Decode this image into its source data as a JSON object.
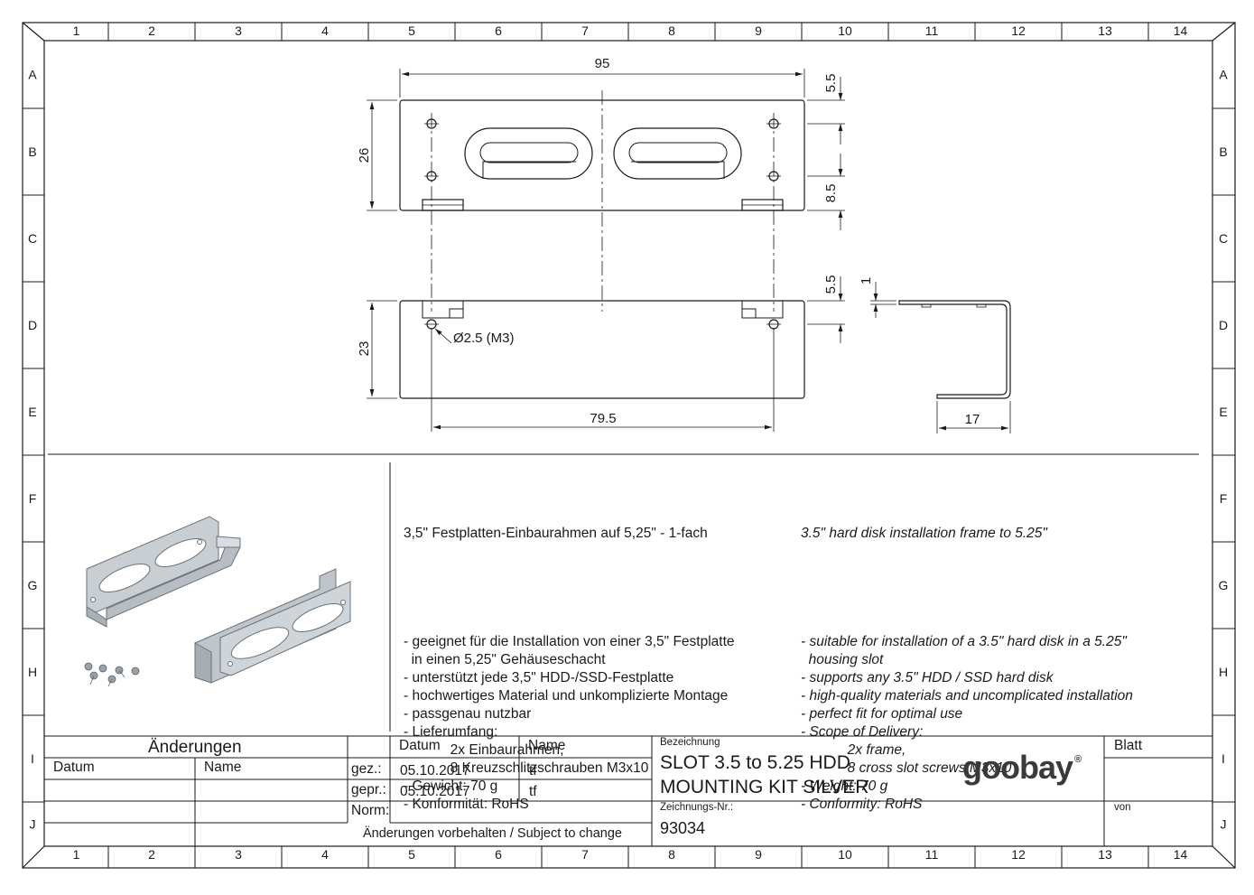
{
  "frame": {
    "columns": [
      "1",
      "2",
      "3",
      "4",
      "5",
      "6",
      "7",
      "8",
      "9",
      "10",
      "11",
      "12",
      "13",
      "14"
    ],
    "rows": [
      "A",
      "B",
      "C",
      "D",
      "E",
      "F",
      "G",
      "H",
      "I",
      "J"
    ]
  },
  "drawing": {
    "top_view": {
      "width": "95",
      "height": "26",
      "dim_top": "5.5",
      "dim_bottom": "8.5"
    },
    "bottom_view": {
      "height": "23",
      "dim_top": "5.5",
      "hole": "Ø2.5 (M3)",
      "hole_spacing": "79.5"
    },
    "side_view": {
      "thickness": "1",
      "depth": "17"
    }
  },
  "description": {
    "de": {
      "title": "3,5\" Festplatten-Einbaurahmen auf 5,25\" - 1-fach",
      "lines": [
        "- geeignet für die Installation von einer 3,5\" Festplatte",
        "  in einen 5,25\" Gehäuseschacht",
        "- unterstützt jede 3,5\" HDD-/SSD-Festplatte",
        "- hochwertiges Material und unkomplizierte Montage",
        "- passgenau nutzbar",
        "- Lieferumfang:",
        "            2x Einbaurahmen,",
        "            8 Kreuzschlitzschrauben M3x10",
        "- Gewicht: 70 g",
        "- Konformität: RoHS"
      ]
    },
    "en": {
      "title": "3.5\" hard disk installation frame to 5.25\"",
      "lines": [
        "- suitable for installation of a 3.5\" hard disk in a 5.25\"",
        "  housing slot",
        "- supports any 3.5\" HDD / SSD hard disk",
        "- high-quality materials and uncomplicated installation",
        "- perfect fit for optimal use",
        "- Scope of Delivery:",
        "            2x frame,",
        "            8 cross slot screws M3x10",
        "- Weight: 70 g",
        "- Conformity: RoHS"
      ]
    }
  },
  "title_block": {
    "changes_label": "Änderungen",
    "date_label": "Datum",
    "name_label": "Name",
    "datum_header": "Datum",
    "name_header": "Name",
    "drawn_label": "gez.:",
    "checked_label": "gepr.:",
    "norm_label": "Norm:",
    "drawn_date": "05.10.2017",
    "drawn_name": "tf",
    "checked_date": "05.10.2017",
    "checked_name": "tf",
    "subject_to_change": "Änderungen vorbehalten / Subject to change",
    "designation_label": "Bezeichnung",
    "designation_line1": "SLOT 3.5 to 5.25 HDD",
    "designation_line2": "MOUNTING KIT SILVER",
    "drawing_no_label": "Zeichnungs-Nr.:",
    "drawing_no": "93034",
    "sheet_label": "Blatt",
    "of_label": "von",
    "logo_text": "goobay",
    "logo_mark": "®"
  },
  "colors": {
    "line": "#1a1a1a",
    "logo": "#3a3a3a"
  }
}
